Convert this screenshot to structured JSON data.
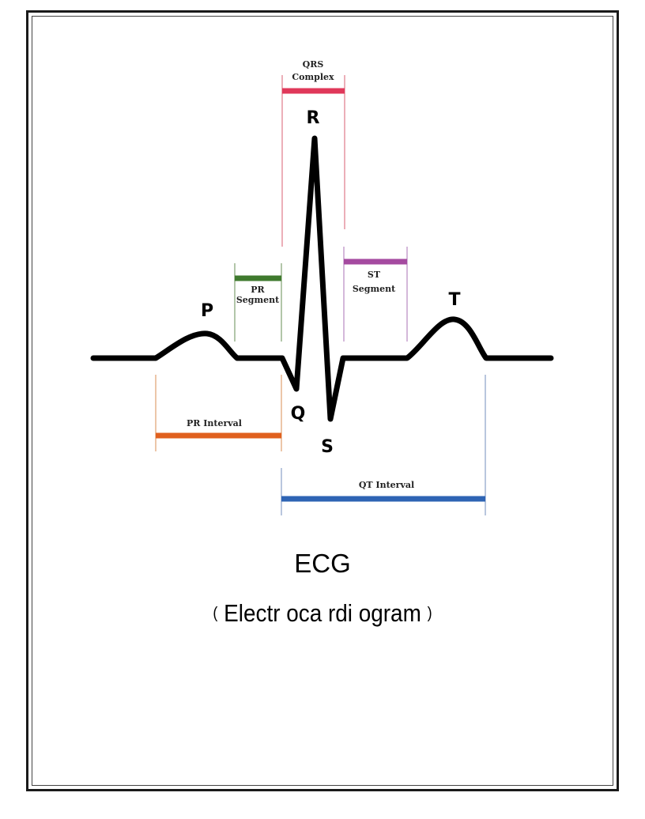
{
  "diagram": {
    "waves": {
      "p": "P",
      "q": "Q",
      "r": "R",
      "s": "S",
      "t": "T"
    },
    "intervals": {
      "qrs_complex": [
        "QRS",
        "Complex"
      ],
      "pr_segment": [
        "PR",
        "Segment"
      ],
      "st_segment": [
        "ST",
        "Segment"
      ],
      "pr_interval": "PR Interval",
      "qt_interval": "QT Interval"
    },
    "colors": {
      "trace": "#000000",
      "qrs_complex": "#e0385a",
      "pr_segment": "#3f7a2e",
      "st_segment": "#a54aa0",
      "pr_interval": "#e0601e",
      "qt_interval": "#2e64b4",
      "marker_qrs": "#e07a88",
      "marker_pr_segment": "#7fa070",
      "marker_st": "#b888c0",
      "marker_pr_interval": "#e0a070",
      "marker_qt": "#8aa0c8"
    }
  },
  "caption": {
    "title": "ECG",
    "subtitle_open": "(",
    "subtitle": "Electr oca rdi ogram",
    "subtitle_close": ")"
  }
}
